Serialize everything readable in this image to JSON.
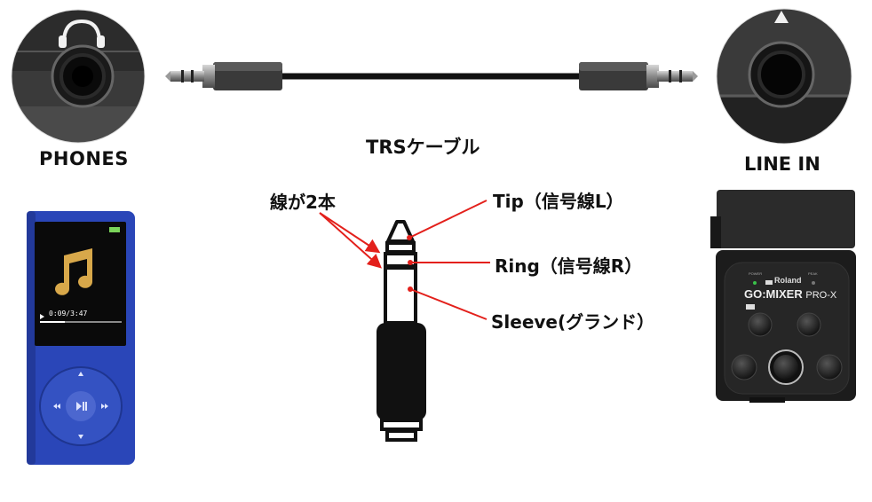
{
  "labels": {
    "phones": "PHONES",
    "line_in": "LINE IN",
    "cable": "TRSケーブル",
    "two_wires": "線が2本",
    "tip": "Tip（信号線L）",
    "ring": "Ring（信号線R）",
    "sleeve": "Sleeve(グランド）"
  },
  "player_screen": {
    "time": "0:09/3:47"
  },
  "mixer": {
    "brand": "Roland",
    "model": "GO:MIXER",
    "model_suffix": "PRO-X",
    "power": "POWER",
    "peak": "PEAK"
  },
  "colors": {
    "annotation": "#e3201b",
    "player_body": "#2a46b8",
    "mixer_body": "#1c1c1c",
    "cable": "#111111"
  },
  "icons": [
    "headphones-icon",
    "music-note-icon",
    "play-pause-icon",
    "up-arrow-icon"
  ]
}
